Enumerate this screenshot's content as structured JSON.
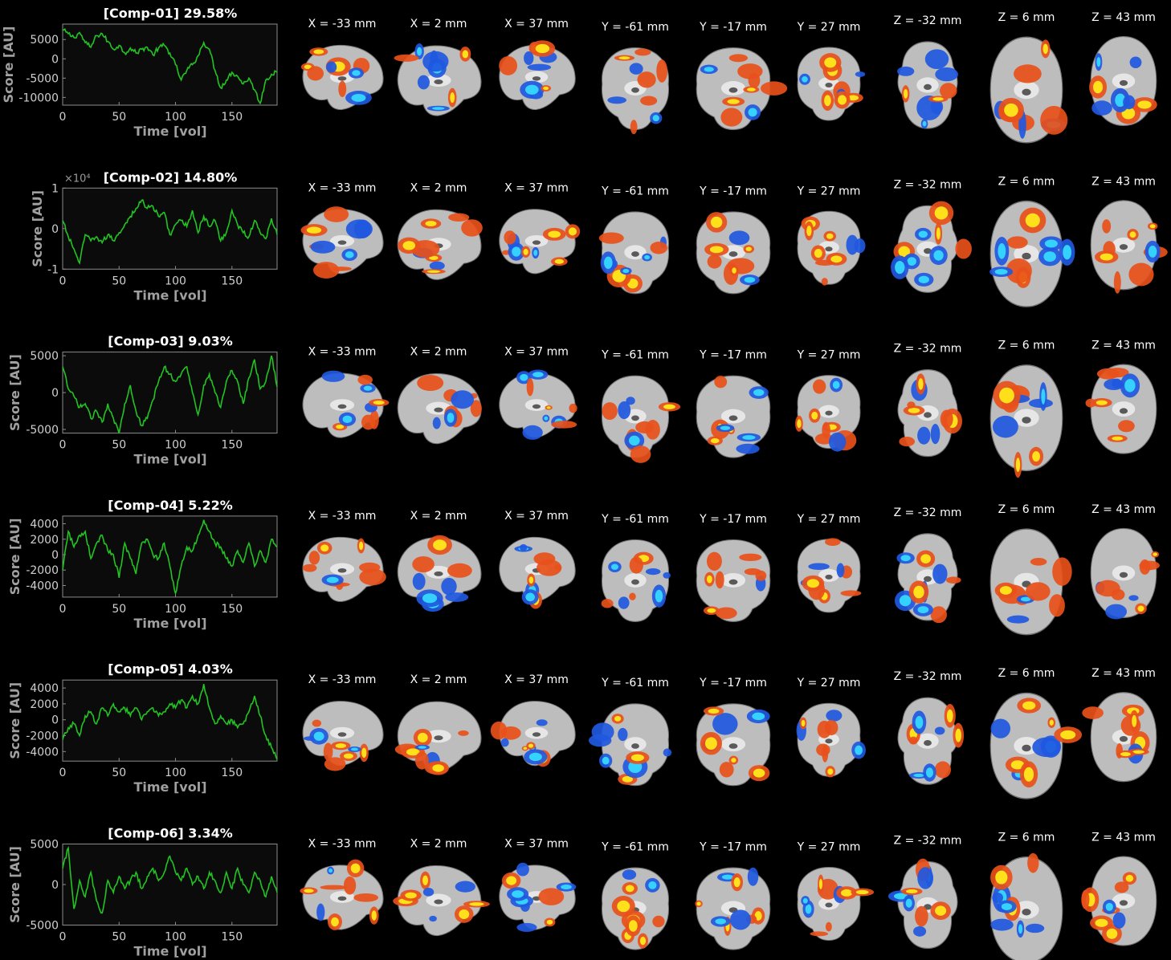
{
  "colors": {
    "background": "#000000",
    "plot_bg": "#0b0b0b",
    "trace": "#22c422",
    "axis": "#8c8c8c",
    "warm_low": "#e8501a",
    "warm_high": "#ffe81a",
    "cool_low": "#2058e0",
    "cool_high": "#36d8ff",
    "brain_gray": "#bdbdbd"
  },
  "slice_labels": [
    "X = -33 mm",
    "X = 2 mm",
    "X = 37 mm",
    "Y = -61 mm",
    "Y = -17 mm",
    "Y = 27 mm",
    "Z = -32 mm",
    "Z = 6 mm",
    "Z = 43 mm"
  ],
  "chart_data": [
    {
      "type": "line",
      "title": "[Comp-01] 29.58%",
      "xlabel": "Time [vol]",
      "ylabel": "Score [AU]",
      "xlim": [
        0,
        190
      ],
      "ylim": [
        -12000,
        9000
      ],
      "xticks": [
        0,
        50,
        100,
        150
      ],
      "yticks": [
        5000,
        0,
        -5000,
        -10000
      ],
      "ytick_labels": [
        "5000",
        "0",
        "-5000",
        "-10000"
      ],
      "exponent": "",
      "series": [
        {
          "x": [
            0,
            5,
            10,
            15,
            20,
            25,
            30,
            35,
            40,
            45,
            50,
            55,
            60,
            65,
            70,
            75,
            80,
            85,
            90,
            95,
            100,
            105,
            110,
            115,
            120,
            125,
            130,
            135,
            140,
            145,
            150,
            155,
            160,
            165,
            170,
            175,
            180,
            185,
            190
          ],
          "y": [
            7500,
            6500,
            5500,
            6800,
            4200,
            3000,
            6000,
            6500,
            4500,
            2500,
            3500,
            1500,
            2800,
            1500,
            2500,
            3000,
            1000,
            2800,
            3500,
            1500,
            -1500,
            -5500,
            -3000,
            -1500,
            800,
            4200,
            2500,
            -3000,
            -7500,
            -5500,
            -3500,
            -4500,
            -6500,
            -5000,
            -8000,
            -11500,
            -5500,
            -4000,
            -3500
          ]
        }
      ]
    },
    {
      "type": "line",
      "title": "[Comp-02] 14.80%",
      "xlabel": "Time [vol]",
      "ylabel": "Score [AU]",
      "xlim": [
        0,
        190
      ],
      "ylim": [
        -1,
        1
      ],
      "xticks": [
        0,
        50,
        100,
        150
      ],
      "yticks": [
        1,
        0,
        -1
      ],
      "ytick_labels": [
        "1",
        "0",
        "-1"
      ],
      "exponent": "×10⁴",
      "series": [
        {
          "x": [
            0,
            5,
            10,
            15,
            20,
            25,
            30,
            35,
            40,
            45,
            50,
            55,
            60,
            65,
            70,
            75,
            80,
            85,
            90,
            95,
            100,
            105,
            110,
            115,
            120,
            125,
            130,
            135,
            140,
            145,
            150,
            155,
            160,
            165,
            170,
            175,
            180,
            185,
            190
          ],
          "y": [
            0.2,
            -0.2,
            -0.5,
            -0.85,
            -0.15,
            -0.3,
            -0.2,
            -0.35,
            -0.15,
            -0.3,
            -0.1,
            0.1,
            0.3,
            0.5,
            0.7,
            0.5,
            0.55,
            0.3,
            0.4,
            -0.15,
            0.1,
            0.2,
            0.05,
            0.45,
            -0.1,
            0.3,
            0.05,
            0.2,
            -0.3,
            -0.1,
            0.45,
            0.1,
            -0.1,
            -0.2,
            0.2,
            -0.1,
            -0.25,
            0.25,
            -0.15
          ]
        }
      ]
    },
    {
      "type": "line",
      "title": "[Comp-03] 9.03%",
      "xlabel": "Time [vol]",
      "ylabel": "Score [AU]",
      "xlim": [
        0,
        190
      ],
      "ylim": [
        -5500,
        5500
      ],
      "xticks": [
        0,
        50,
        100,
        150
      ],
      "yticks": [
        5000,
        0,
        -5000
      ],
      "ytick_labels": [
        "5000",
        "0",
        "-5000"
      ],
      "exponent": "",
      "series": [
        {
          "x": [
            0,
            5,
            10,
            15,
            20,
            25,
            30,
            35,
            40,
            45,
            50,
            55,
            60,
            65,
            70,
            75,
            80,
            85,
            90,
            95,
            100,
            105,
            110,
            115,
            120,
            125,
            130,
            135,
            140,
            145,
            150,
            155,
            160,
            165,
            170,
            175,
            180,
            185,
            190
          ],
          "y": [
            3500,
            500,
            -500,
            -2000,
            -1500,
            -3500,
            -2500,
            -4000,
            -1500,
            -3500,
            -5500,
            -1500,
            1000,
            -2500,
            -4500,
            -3500,
            -1000,
            1500,
            3500,
            2500,
            1500,
            2500,
            3500,
            0,
            -3000,
            1000,
            2500,
            0,
            -2000,
            1500,
            3000,
            1500,
            -1500,
            2000,
            4500,
            500,
            1500,
            5000,
            800
          ]
        }
      ]
    },
    {
      "type": "line",
      "title": "[Comp-04] 5.22%",
      "xlabel": "Time [vol]",
      "ylabel": "Score [AU]",
      "xlim": [
        0,
        190
      ],
      "ylim": [
        -5500,
        5000
      ],
      "xticks": [
        0,
        50,
        100,
        150
      ],
      "yticks": [
        4000,
        2000,
        0,
        -2000,
        -4000
      ],
      "ytick_labels": [
        "4000",
        "2000",
        "0",
        "-2000",
        "-4000"
      ],
      "exponent": "",
      "series": [
        {
          "x": [
            0,
            5,
            10,
            15,
            20,
            25,
            30,
            35,
            40,
            45,
            50,
            55,
            60,
            65,
            70,
            75,
            80,
            85,
            90,
            95,
            100,
            105,
            110,
            115,
            120,
            125,
            130,
            135,
            140,
            145,
            150,
            155,
            160,
            165,
            170,
            175,
            180,
            185,
            190
          ],
          "y": [
            -2000,
            3000,
            1000,
            2500,
            3000,
            -500,
            1500,
            2500,
            500,
            0,
            -3000,
            1500,
            -500,
            -2500,
            1500,
            2000,
            0,
            -500,
            1500,
            -1500,
            -5000,
            -1500,
            1000,
            500,
            2500,
            4500,
            3000,
            1500,
            1000,
            -500,
            -1500,
            500,
            -1000,
            1500,
            -1500,
            500,
            -1000,
            2000,
            1000
          ]
        }
      ]
    },
    {
      "type": "line",
      "title": "[Comp-05] 4.03%",
      "xlabel": "Time [vol]",
      "ylabel": "Score [AU]",
      "xlim": [
        0,
        190
      ],
      "ylim": [
        -5200,
        5000
      ],
      "xticks": [
        0,
        50,
        100,
        150
      ],
      "yticks": [
        4000,
        2000,
        0,
        -2000,
        -4000
      ],
      "ytick_labels": [
        "4000",
        "2000",
        "0",
        "-2000",
        "-4000"
      ],
      "exponent": "",
      "series": [
        {
          "x": [
            0,
            5,
            10,
            15,
            20,
            25,
            30,
            35,
            40,
            45,
            50,
            55,
            60,
            65,
            70,
            75,
            80,
            85,
            90,
            95,
            100,
            105,
            110,
            115,
            120,
            125,
            130,
            135,
            140,
            145,
            150,
            155,
            160,
            165,
            170,
            175,
            180,
            185,
            190
          ],
          "y": [
            -2500,
            -1000,
            -500,
            -2000,
            500,
            1000,
            -500,
            1500,
            500,
            2000,
            1000,
            1500,
            500,
            1500,
            0,
            1000,
            1500,
            500,
            1000,
            2000,
            1500,
            2500,
            1500,
            3000,
            2000,
            4500,
            1500,
            -500,
            500,
            -500,
            0,
            -1000,
            -500,
            1000,
            3000,
            500,
            -2000,
            -3500,
            -5000
          ]
        }
      ]
    },
    {
      "type": "line",
      "title": "[Comp-06] 3.34%",
      "xlabel": "Time [vol]",
      "ylabel": "Score [AU]",
      "xlim": [
        0,
        190
      ],
      "ylim": [
        -5000,
        5000
      ],
      "xticks": [
        0,
        50,
        100,
        150
      ],
      "yticks": [
        5000,
        0,
        -5000
      ],
      "ytick_labels": [
        "5000",
        "0",
        "-5000"
      ],
      "exponent": "",
      "series": [
        {
          "x": [
            0,
            5,
            10,
            15,
            20,
            25,
            30,
            35,
            40,
            45,
            50,
            55,
            60,
            65,
            70,
            75,
            80,
            85,
            90,
            95,
            100,
            105,
            110,
            115,
            120,
            125,
            130,
            135,
            140,
            145,
            150,
            155,
            160,
            165,
            170,
            175,
            180,
            185,
            190
          ],
          "y": [
            2000,
            4500,
            -3000,
            500,
            -1500,
            1500,
            -2000,
            -3500,
            500,
            -1000,
            1000,
            -500,
            500,
            1500,
            -500,
            1000,
            2000,
            500,
            1500,
            3500,
            1500,
            500,
            2000,
            0,
            1000,
            -500,
            1500,
            500,
            -1000,
            1500,
            -500,
            2000,
            0,
            -1000,
            1500,
            500,
            -1500,
            1000,
            -1000
          ]
        }
      ]
    }
  ]
}
